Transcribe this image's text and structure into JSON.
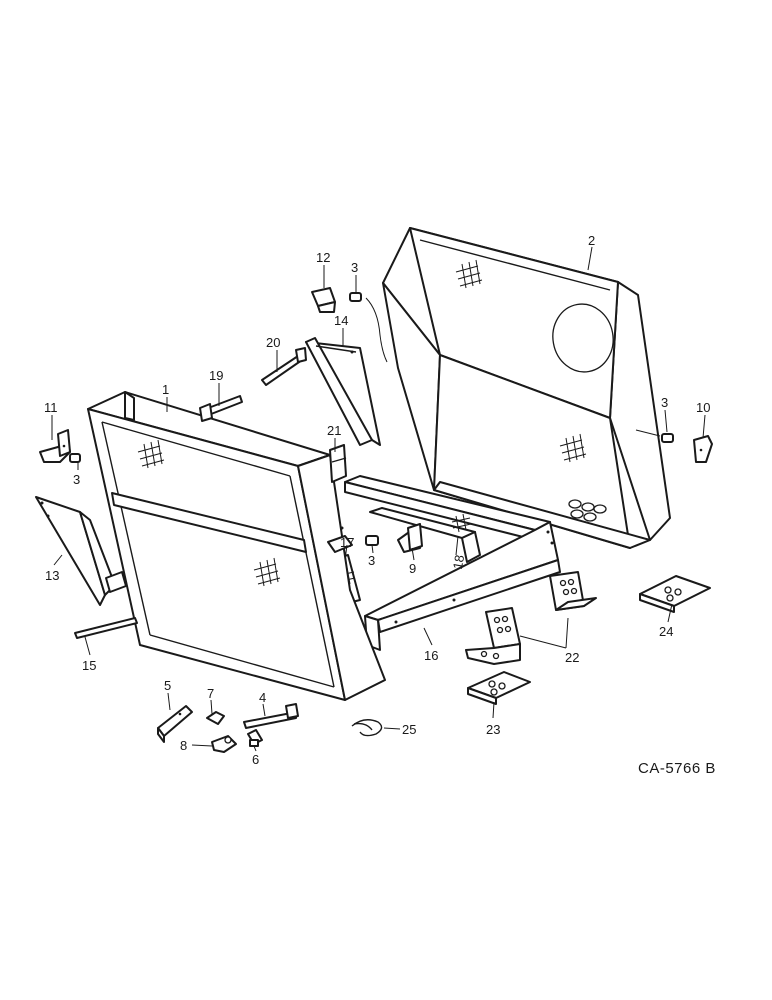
{
  "diagram": {
    "drawing_code": "CA-5766 B",
    "callouts": {
      "c1": "1",
      "c2": "2",
      "c3a": "3",
      "c3b": "3",
      "c3c": "3",
      "c3d": "3",
      "c4": "4",
      "c5": "5",
      "c6": "6",
      "c7": "7",
      "c8": "8",
      "c9": "9",
      "c10": "10",
      "c11": "11",
      "c12": "12",
      "c13": "13",
      "c14": "14",
      "c15": "15",
      "c16": "16",
      "c17": "17",
      "c18": "18",
      "c19": "19",
      "c20": "20",
      "c21": "21",
      "c22": "22",
      "c23": "23",
      "c24": "24",
      "c25": "25"
    }
  }
}
